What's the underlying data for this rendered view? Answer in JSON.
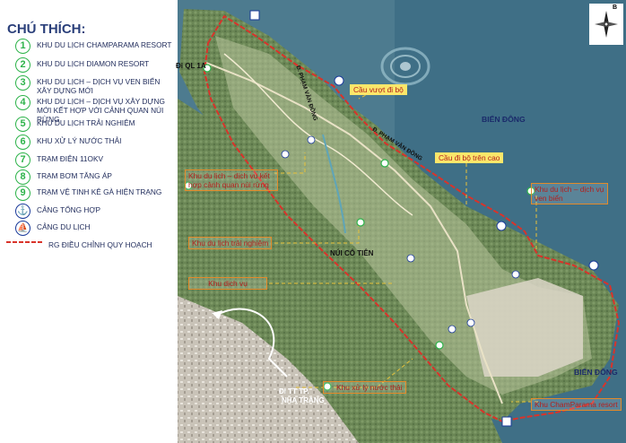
{
  "legend": {
    "title": "CHÚ THÍCH:",
    "items": [
      {
        "num": "1",
        "text": "KHU DU LỊCH CHAMPARAMA RESORT"
      },
      {
        "num": "2",
        "text": "KHU DU LỊCH  DIAMON RESORT"
      },
      {
        "num": "3",
        "text": "KHU DU LỊCH – DỊCH VỤ VEN BIỂN XÂY DỰNG MỚI"
      },
      {
        "num": "4",
        "text": "KHU DU LỊCH – DỊCH VỤ XÂY DỰNG MỚI KẾT HỢP VỚI CẢNH QUAN NÚI RỪNG"
      },
      {
        "num": "5",
        "text": "KHU DU LỊCH TRẢI NGHIỆM"
      },
      {
        "num": "6",
        "text": "KHU XỬ LÝ NƯỚC THẢI"
      },
      {
        "num": "7",
        "text": "TRẠM ĐIỆN 11OKV"
      },
      {
        "num": "8",
        "text": "TRẠM BƠM TĂNG ÁP"
      },
      {
        "num": "9",
        "text": "TRẠM VỆ TINH KÊ GÀ HIỆN TRẠNG"
      }
    ],
    "port_main": "CẢNG TỔNG HỢP",
    "port_tourism": "CẢNG DU LỊCH",
    "boundary": "RG ĐIỀU CHỈNH QUY HOẠCH"
  },
  "map_labels": {
    "dl_ql1a": "Đi QL 1A",
    "pham_van_dong_1": "Đ. PHẠM VĂN ĐỒNG",
    "pham_van_dong_2": "Đ. PHẠM VĂN ĐỒNG",
    "cau_vuot": "Cầu vượt đi bộ",
    "bien_dong_1": "BIỂN ĐÔNG",
    "bien_dong_2": "BIỂN ĐÔNG",
    "cau_di_bo": "Cầu đi bộ trên cao",
    "kdl_canh_quan": "Khu du lịch – dịch vụ kết hợp cảnh quan núi rừng",
    "kdl_ven_bien": "Khu du lịch – dịch vụ ven biển",
    "kdl_trai_nghiem": "Khu du lịch trải nghiệm",
    "nui_co_tien": "NÚI CÔ TIÊN",
    "khu_dich_vu": "Khu dịch vụ",
    "di_tt": "ĐI TT TP.",
    "nha_trang": "NHA TRANG",
    "khu_xu_ly": "Khu xử lý nước thải",
    "champarama": "Khu ChamParama resort",
    "compass_letter": "B"
  },
  "colors": {
    "sea": "#4b7a8e",
    "forest": "#6f8a5a",
    "boundary": "#d9332a",
    "legend_green": "#2db34a",
    "legend_text": "#1e2a5a"
  }
}
